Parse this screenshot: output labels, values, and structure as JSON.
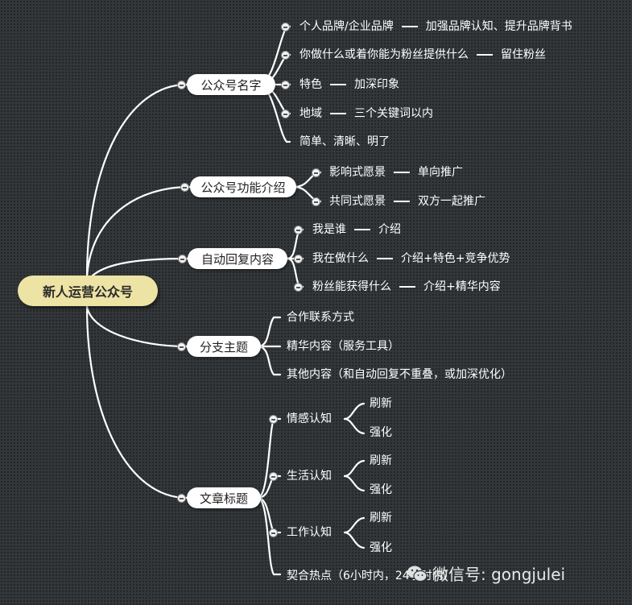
{
  "root": "新人运营公众号",
  "branches": [
    {
      "label": "公众号名字",
      "children": [
        {
          "text": "个人品牌/企业品牌",
          "note": "加强品牌认知、提升品牌背书"
        },
        {
          "text": "你做什么或着你能为粉丝提供什么",
          "note": "留住粉丝"
        },
        {
          "text": "特色",
          "note": "加深印象"
        },
        {
          "text": "地域",
          "note": "三个关键词以内"
        },
        {
          "text": "简单、清晰、明了",
          "note": ""
        }
      ]
    },
    {
      "label": "公众号功能介绍",
      "children": [
        {
          "text": "影响式愿景",
          "note": "单向推广"
        },
        {
          "text": "共同式愿景",
          "note": "双方一起推广"
        }
      ]
    },
    {
      "label": "自动回复内容",
      "children": [
        {
          "text": "我是谁",
          "note": "介绍"
        },
        {
          "text": "我在做什么",
          "note": "介绍+特色+竞争优势"
        },
        {
          "text": "粉丝能获得什么",
          "note": "介绍+精华内容"
        }
      ]
    },
    {
      "label": "分支主题",
      "children": [
        {
          "text": "合作联系方式"
        },
        {
          "text": "精华内容（服务工具）"
        },
        {
          "text": "其他内容（和自动回复不重叠，或加深优化）"
        }
      ]
    },
    {
      "label": "文章标题",
      "children": [
        {
          "text": "情感认知",
          "sub": [
            "刷新",
            "强化"
          ]
        },
        {
          "text": "生活认知",
          "sub": [
            "刷新",
            "强化"
          ]
        },
        {
          "text": "工作认知",
          "sub": [
            "刷新",
            "强化"
          ]
        },
        {
          "text": "契合热点（6小时内，24小时内）"
        }
      ]
    }
  ],
  "watermark": {
    "prefix": "微信号:",
    "account": "gongjulei",
    "icon": "wechat-icon"
  },
  "colors": {
    "background": "#33373a",
    "root_fill": "#ede3a4",
    "topic_fill": "#ffffff",
    "line": "#ffffff"
  }
}
